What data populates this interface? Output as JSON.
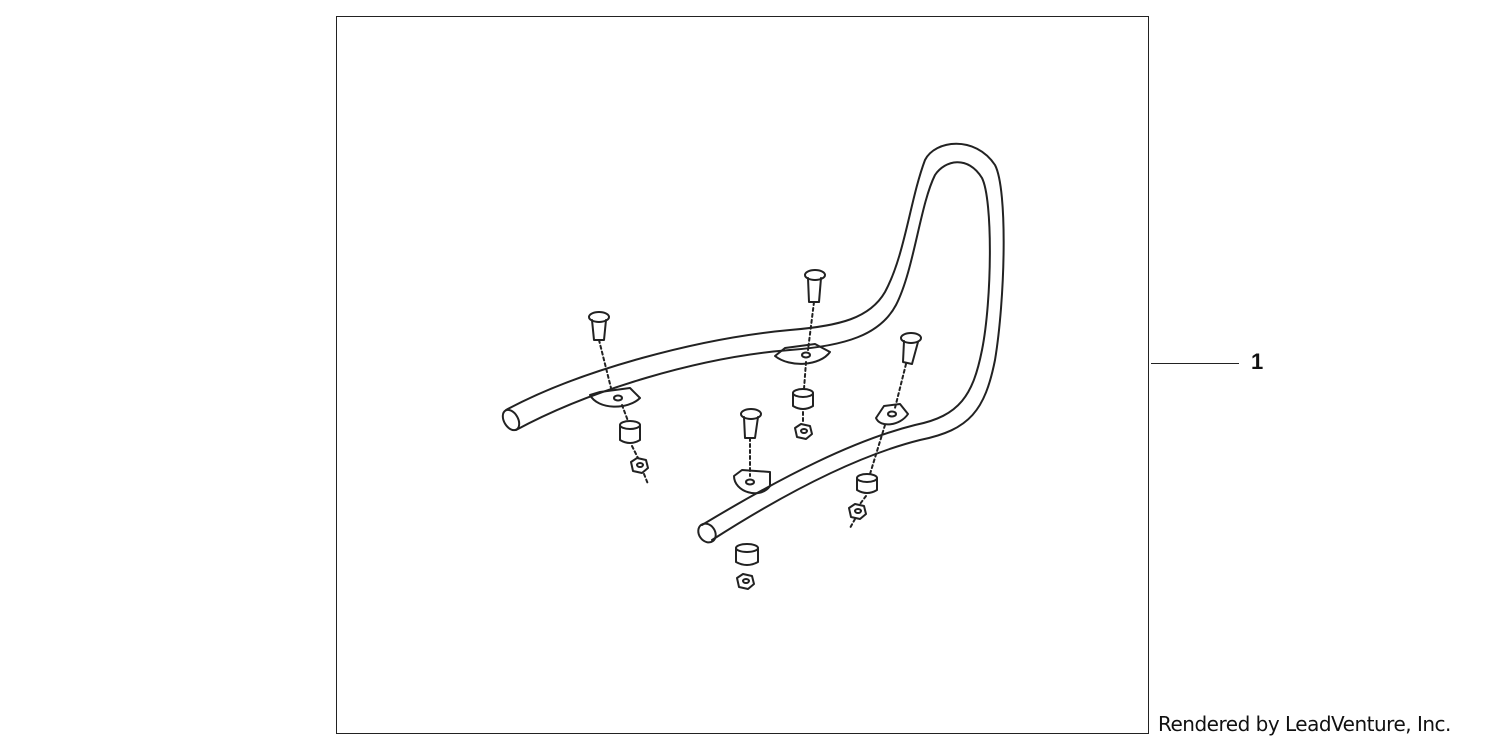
{
  "diagram": {
    "callouts": [
      {
        "number": "1"
      }
    ],
    "parts": [
      "rear-grab-rail",
      "bolt",
      "bolt",
      "bolt",
      "bolt",
      "rubber-bushing",
      "rubber-bushing",
      "rubber-bushing",
      "rubber-bushing",
      "nut",
      "nut",
      "nut",
      "nut"
    ]
  },
  "footer": {
    "credit": "Rendered by LeadVenture, Inc."
  },
  "colors": {
    "line": "#222222",
    "background": "#ffffff"
  }
}
